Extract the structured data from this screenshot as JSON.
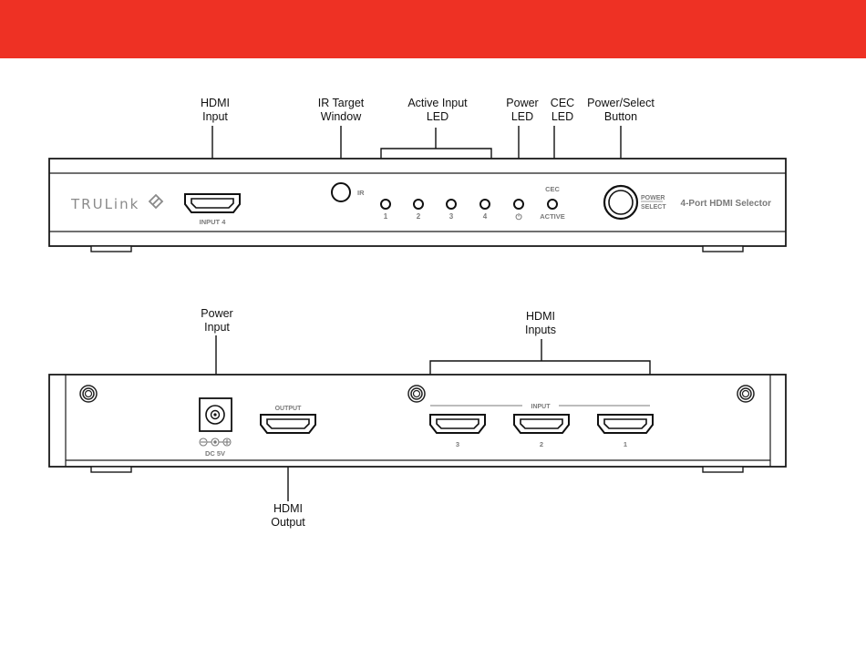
{
  "colors": {
    "top_bar": "#ee3124",
    "device_stroke": "#1a1a1a",
    "panel_text": "#7a7a7a"
  },
  "front_panel": {
    "callouts": {
      "hdmi_input": [
        "HDMI",
        "Input"
      ],
      "ir_target_window": [
        "IR Target",
        "Window"
      ],
      "active_input_led": [
        "Active Input",
        "LED"
      ],
      "power_led": [
        "Power",
        "LED"
      ],
      "cec_led": [
        "CEC",
        "LED"
      ],
      "power_select_button": [
        "Power/Select",
        "Button"
      ]
    },
    "logo": "TRULink",
    "port_label": "INPUT 4",
    "ir_label": "IR",
    "led_labels": [
      "1",
      "2",
      "3",
      "4"
    ],
    "power_symbol": "⏻",
    "cec_top_label": "CEC",
    "active_label": "ACTIVE",
    "button_label": [
      "POWER",
      "SELECT"
    ],
    "product_name": "4-Port HDMI Selector"
  },
  "back_panel": {
    "callouts": {
      "power_input": [
        "Power",
        "Input"
      ],
      "hdmi_inputs": [
        "HDMI",
        "Inputs"
      ],
      "hdmi_output": [
        "HDMI",
        "Output"
      ]
    },
    "dc_label": "DC 5V",
    "output_label": "OUTPUT",
    "input_group_label": "INPUT",
    "input_port_numbers": [
      "3",
      "2",
      "1"
    ]
  }
}
